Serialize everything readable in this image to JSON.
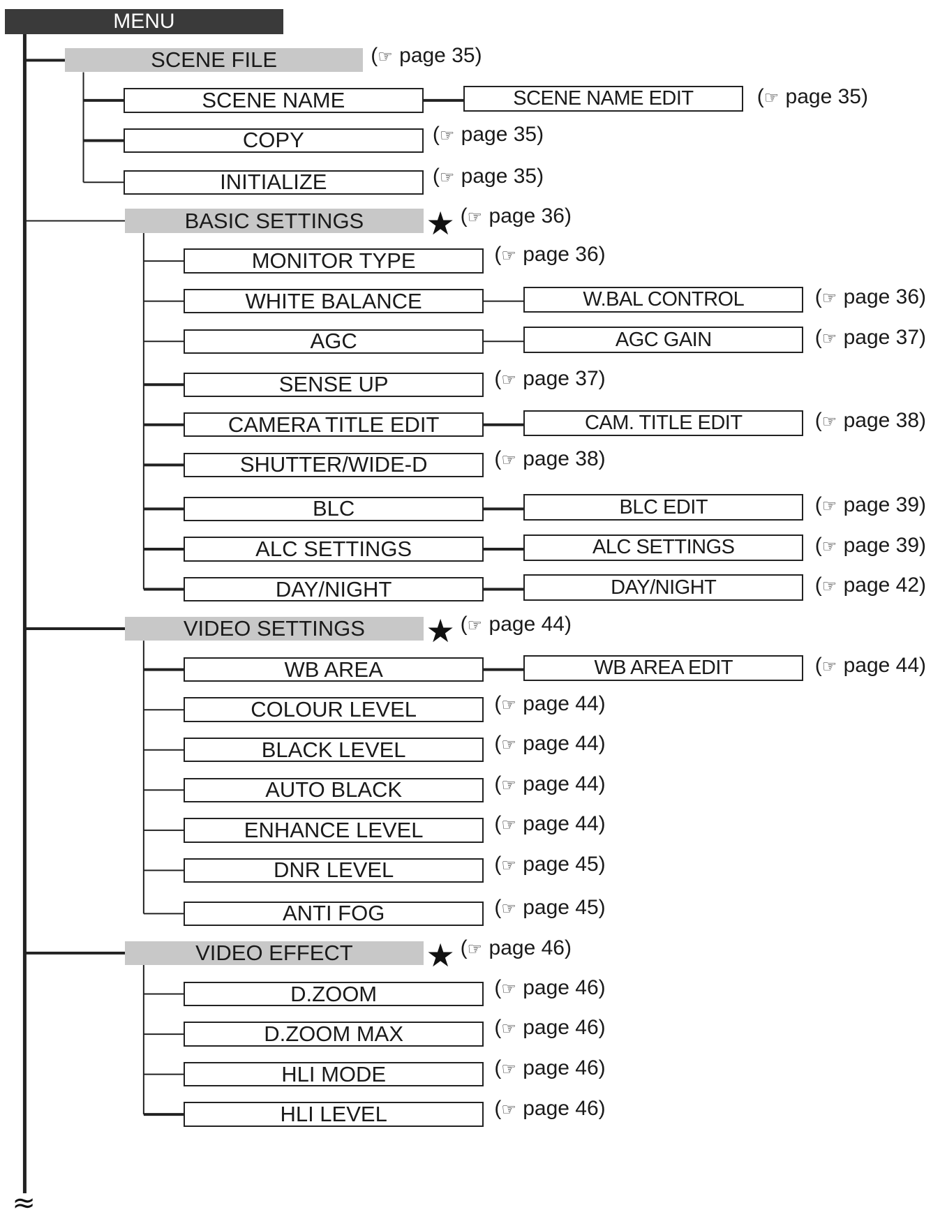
{
  "menu_title": "MENU",
  "ref_icon": "pointing-hand-icon",
  "star_symbol": "★",
  "break_symbol": "≈",
  "sections": [
    {
      "label": "SCENE FILE",
      "ref": "page 35",
      "starred": false,
      "items": [
        {
          "label": "SCENE NAME",
          "sub": "SCENE NAME EDIT",
          "ref": "page 35"
        },
        {
          "label": "COPY",
          "ref": "page 35"
        },
        {
          "label": "INITIALIZE",
          "ref": "page 35"
        }
      ]
    },
    {
      "label": "BASIC SETTINGS",
      "ref": "page 36",
      "starred": true,
      "items": [
        {
          "label": "MONITOR TYPE",
          "ref": "page 36"
        },
        {
          "label": "WHITE BALANCE",
          "sub": "W.BAL CONTROL",
          "ref": "page 36"
        },
        {
          "label": "AGC",
          "sub": "AGC GAIN",
          "ref": "page 37"
        },
        {
          "label": "SENSE UP",
          "ref": "page 37"
        },
        {
          "label": "CAMERA TITLE EDIT",
          "sub": "CAM. TITLE EDIT",
          "ref": "page 38"
        },
        {
          "label": "SHUTTER/WIDE-D",
          "ref": "page 38"
        },
        {
          "label": "BLC",
          "sub": "BLC EDIT",
          "ref": "page 39"
        },
        {
          "label": "ALC SETTINGS",
          "sub": "ALC SETTINGS",
          "ref": "page 39"
        },
        {
          "label": "DAY/NIGHT",
          "sub": "DAY/NIGHT",
          "ref": "page 42"
        }
      ]
    },
    {
      "label": "VIDEO SETTINGS",
      "ref": "page 44",
      "starred": true,
      "items": [
        {
          "label": "WB AREA",
          "sub": "WB AREA EDIT",
          "ref": "page 44"
        },
        {
          "label": "COLOUR LEVEL",
          "ref": "page 44"
        },
        {
          "label": "BLACK LEVEL",
          "ref": "page 44"
        },
        {
          "label": "AUTO BLACK",
          "ref": "page 44"
        },
        {
          "label": "ENHANCE LEVEL",
          "ref": "page 44"
        },
        {
          "label": "DNR LEVEL",
          "ref": "page 45"
        },
        {
          "label": "ANTI FOG",
          "ref": "page 45"
        }
      ]
    },
    {
      "label": "VIDEO EFFECT",
      "ref": "page 46",
      "starred": true,
      "items": [
        {
          "label": "D.ZOOM",
          "ref": "page 46"
        },
        {
          "label": "D.ZOOM MAX",
          "ref": "page 46"
        },
        {
          "label": "HLI MODE",
          "ref": "page 46"
        },
        {
          "label": "HLI LEVEL",
          "ref": "page 46"
        }
      ]
    }
  ]
}
